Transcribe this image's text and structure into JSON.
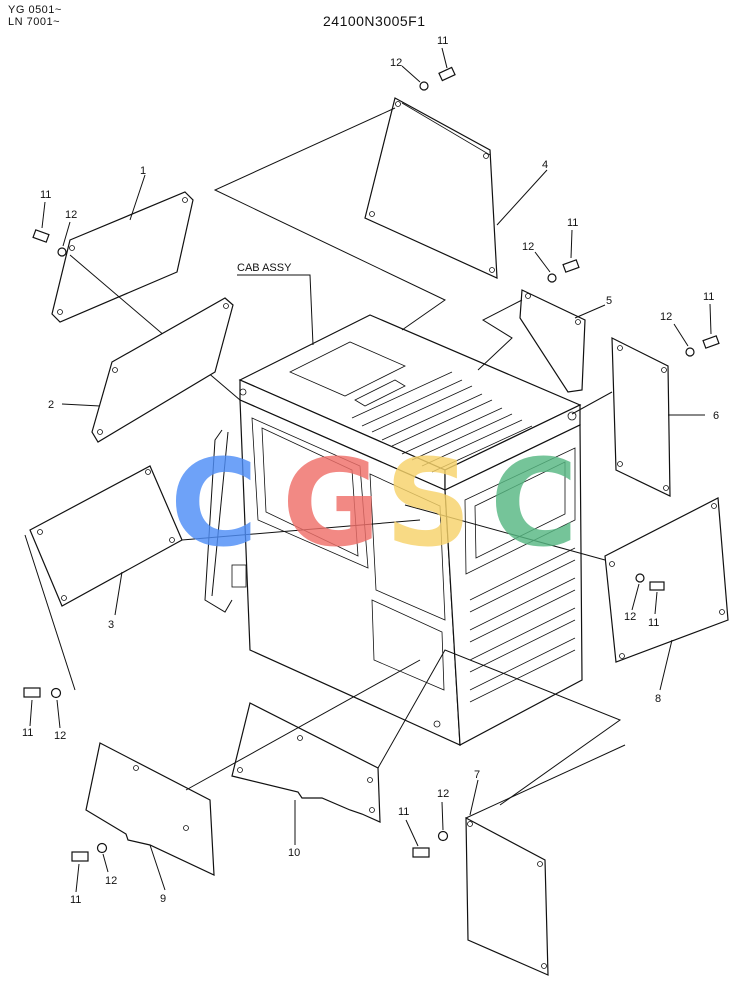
{
  "header": {
    "serial_line_1": "YG 0501~",
    "serial_line_2": "LN 7001~",
    "drawing_number": "24100N3005F1"
  },
  "assembly_label": "CAB  ASSY",
  "watermark": {
    "letters": [
      "C",
      "G",
      "S",
      "C"
    ],
    "colors": [
      "#4f8ef7",
      "#f0706a",
      "#f7d36b",
      "#57b883"
    ]
  },
  "parts": [
    {
      "id": "1",
      "desc": "panel"
    },
    {
      "id": "2",
      "desc": "panel"
    },
    {
      "id": "3",
      "desc": "panel"
    },
    {
      "id": "4",
      "desc": "panel"
    },
    {
      "id": "5",
      "desc": "panel"
    },
    {
      "id": "6",
      "desc": "panel"
    },
    {
      "id": "7",
      "desc": "panel"
    },
    {
      "id": "8",
      "desc": "panel"
    },
    {
      "id": "9",
      "desc": "panel"
    },
    {
      "id": "10",
      "desc": "panel"
    },
    {
      "id": "11",
      "desc": "bolt"
    },
    {
      "id": "12",
      "desc": "washer"
    }
  ],
  "callouts": {
    "p1": "1",
    "p2": "2",
    "p3": "3",
    "p4": "4",
    "p5": "5",
    "p6": "6",
    "p7": "7",
    "p8": "8",
    "p9": "9",
    "p10": "10",
    "bolt": "11",
    "washer": "12"
  }
}
